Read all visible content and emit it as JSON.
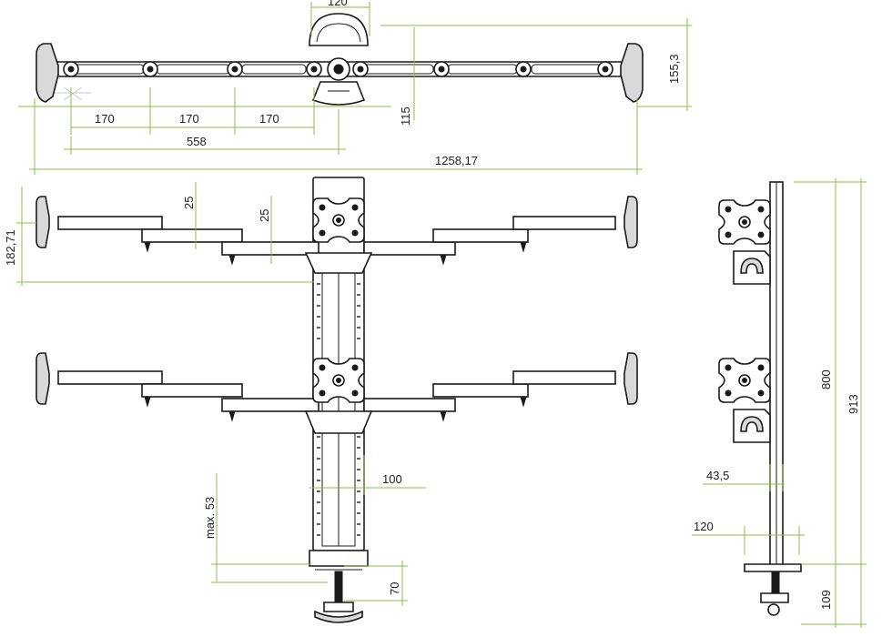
{
  "dimensions": {
    "top_width": "120",
    "height_155": "155,3",
    "height_115": "115",
    "seg_1": "170",
    "seg_2": "170",
    "seg_3": "170",
    "arm_558": "558",
    "total_width": "1258,17",
    "monitor_spacing": "182,71",
    "offset_25a": "25",
    "offset_25b": "25",
    "pole_100": "100",
    "max_53": "max. 53",
    "clamp_70": "70",
    "side_43": "43,5",
    "side_120": "120",
    "pole_800": "800",
    "total_913": "913",
    "base_109": "109"
  },
  "colors": {
    "dimension_line": "#8bbd4a",
    "outline": "#1a1a1a"
  }
}
